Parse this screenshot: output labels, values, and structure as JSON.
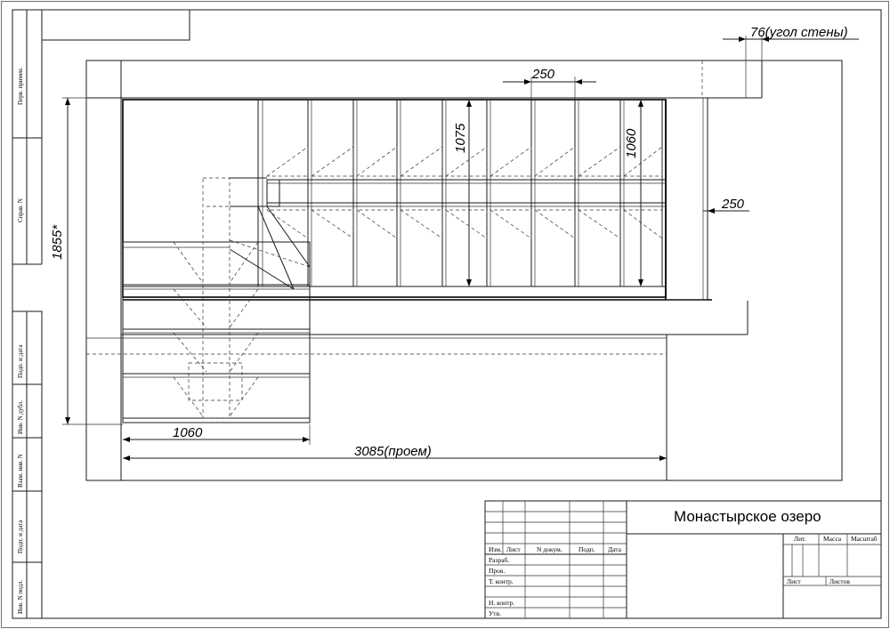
{
  "drawing": {
    "project_title": "Монастырское озеро",
    "dimensions": {
      "wall_corner": "76(угол стены)",
      "tread_pitch": "250",
      "height_1075": "1075",
      "height_1060": "1060",
      "side_gap": "250",
      "left_height": "1855*",
      "bottom_width": "1060",
      "opening": "3085(проем)"
    },
    "side_stamp": [
      "Перв. примен.",
      "Справ. N",
      "Подп. и дата",
      "Инв. N дубл.",
      "Взам. инв. N",
      "Подп. и дата",
      "Инв. N подл."
    ],
    "title_block": {
      "columns": [
        "Изм.",
        "Лист",
        "N докум.",
        "Подп.",
        "Дата"
      ],
      "rows": [
        "Разраб.",
        "Пров.",
        "Т. контр.",
        "Н. контр.",
        "Утв."
      ],
      "lit": "Лит.",
      "mass": "Масса",
      "scale": "Масштаб",
      "sheet": "Лист",
      "sheets": "Листов"
    }
  }
}
